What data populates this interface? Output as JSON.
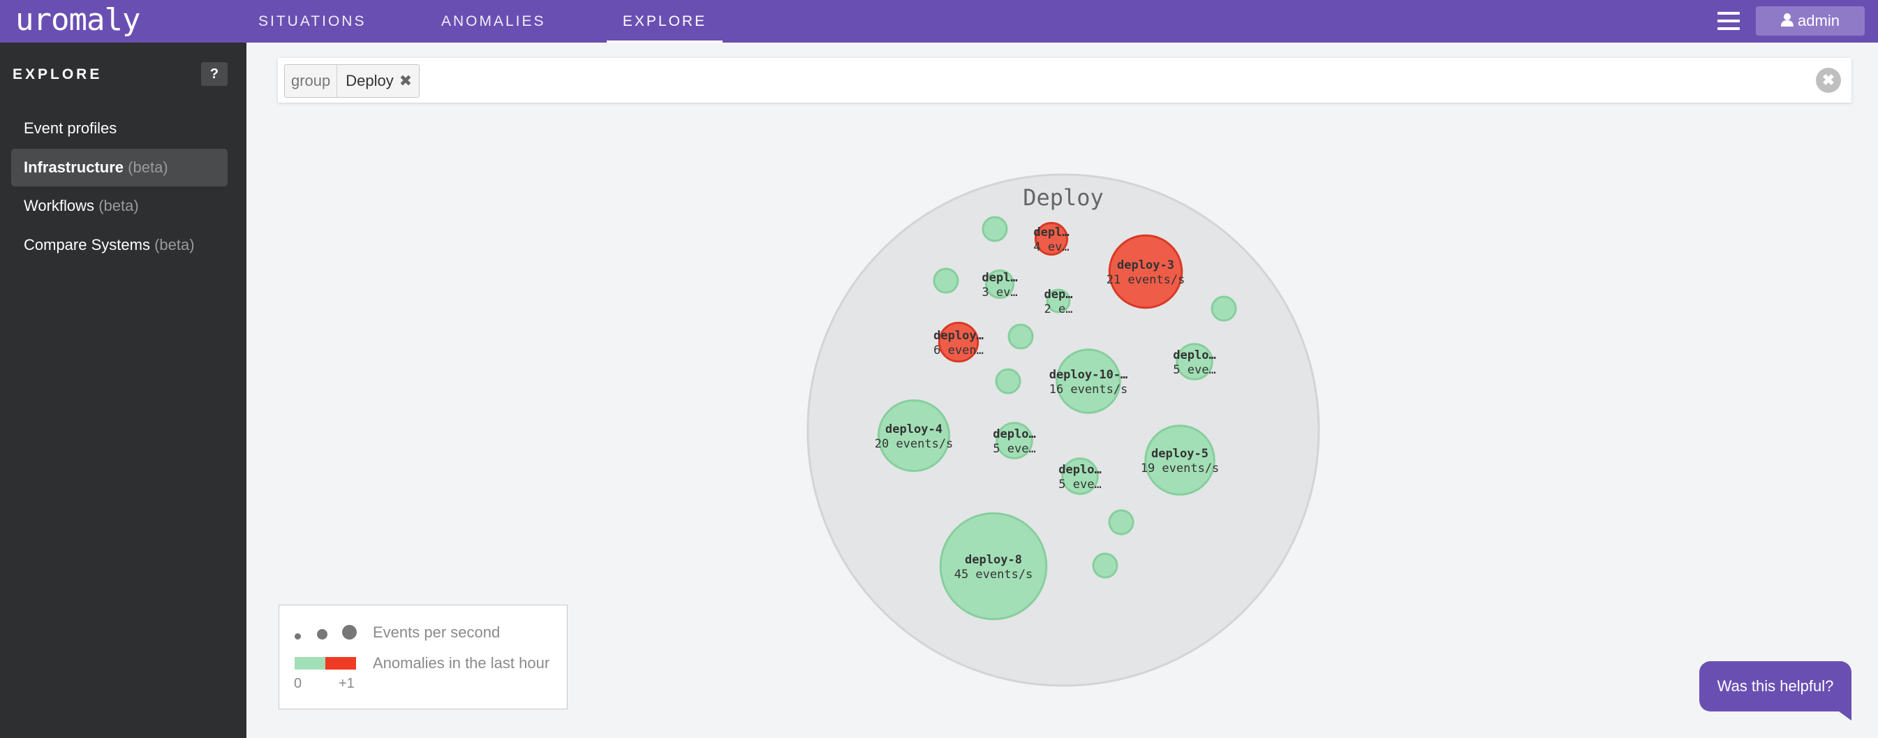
{
  "app": {
    "logo": "uromaly"
  },
  "nav": {
    "items": [
      {
        "label": "SITUATIONS"
      },
      {
        "label": "ANOMALIES"
      },
      {
        "label": "EXPLORE"
      }
    ],
    "active": "EXPLORE",
    "user_label": "admin"
  },
  "sidebar": {
    "title": "EXPLORE",
    "help_label": "?",
    "items": [
      {
        "label": "Event profiles",
        "tag": ""
      },
      {
        "label": "Infrastructure",
        "tag": "(beta)"
      },
      {
        "label": "Workflows",
        "tag": "(beta)"
      },
      {
        "label": "Compare Systems",
        "tag": "(beta)"
      }
    ],
    "active_index": 1
  },
  "filter": {
    "chip_key": "group",
    "chip_value": "Deploy",
    "chip_remove": "✖",
    "clear": "✖"
  },
  "colors": {
    "brand": "#6a4fb3",
    "ok": "#a3dfb6",
    "anomaly": "#ef5d49"
  },
  "chart_data": {
    "type": "bubble",
    "group": "Deploy",
    "bubbles": [
      {
        "label": "depl…",
        "rate_label": "4 ev…",
        "events_per_sec": 4,
        "anomaly": true
      },
      {
        "label": "deploy-3",
        "rate_label": "21 events/s",
        "events_per_sec": 21,
        "anomaly": true
      },
      {
        "label": "depl…",
        "rate_label": "3 ev…",
        "events_per_sec": 3,
        "anomaly": false
      },
      {
        "label": "dep…",
        "rate_label": "2 e…",
        "events_per_sec": 2,
        "anomaly": false
      },
      {
        "label": "deploy…",
        "rate_label": "6 even…",
        "events_per_sec": 6,
        "anomaly": true
      },
      {
        "label": "deplo…",
        "rate_label": "5 eve…",
        "events_per_sec": 5,
        "anomaly": false
      },
      {
        "label": "deploy-10-…",
        "rate_label": "16 events/s",
        "events_per_sec": 16,
        "anomaly": false
      },
      {
        "label": "deploy-4",
        "rate_label": "20 events/s",
        "events_per_sec": 20,
        "anomaly": false
      },
      {
        "label": "deplo…",
        "rate_label": "5 eve…",
        "events_per_sec": 5,
        "anomaly": false
      },
      {
        "label": "deploy-5",
        "rate_label": "19 events/s",
        "events_per_sec": 19,
        "anomaly": false
      },
      {
        "label": "deplo…",
        "rate_label": "5 eve…",
        "events_per_sec": 5,
        "anomaly": false
      },
      {
        "label": "deploy-8",
        "rate_label": "45 events/s",
        "events_per_sec": 45,
        "anomaly": false
      },
      {
        "label": "",
        "rate_label": "",
        "events_per_sec": 1,
        "anomaly": false
      },
      {
        "label": "",
        "rate_label": "",
        "events_per_sec": 1,
        "anomaly": false
      },
      {
        "label": "",
        "rate_label": "",
        "events_per_sec": 1,
        "anomaly": false
      },
      {
        "label": "",
        "rate_label": "",
        "events_per_sec": 1,
        "anomaly": false
      },
      {
        "label": "",
        "rate_label": "",
        "events_per_sec": 1,
        "anomaly": false
      },
      {
        "label": "",
        "rate_label": "",
        "events_per_sec": 1,
        "anomaly": false
      },
      {
        "label": "",
        "rate_label": "",
        "events_per_sec": 1,
        "anomaly": false
      }
    ]
  },
  "legend": {
    "size_label": "Events per second",
    "color_label": "Anomalies in the last hour",
    "min_label": "0",
    "max_label": "+1"
  },
  "feedback": {
    "label": "Was this helpful?"
  }
}
